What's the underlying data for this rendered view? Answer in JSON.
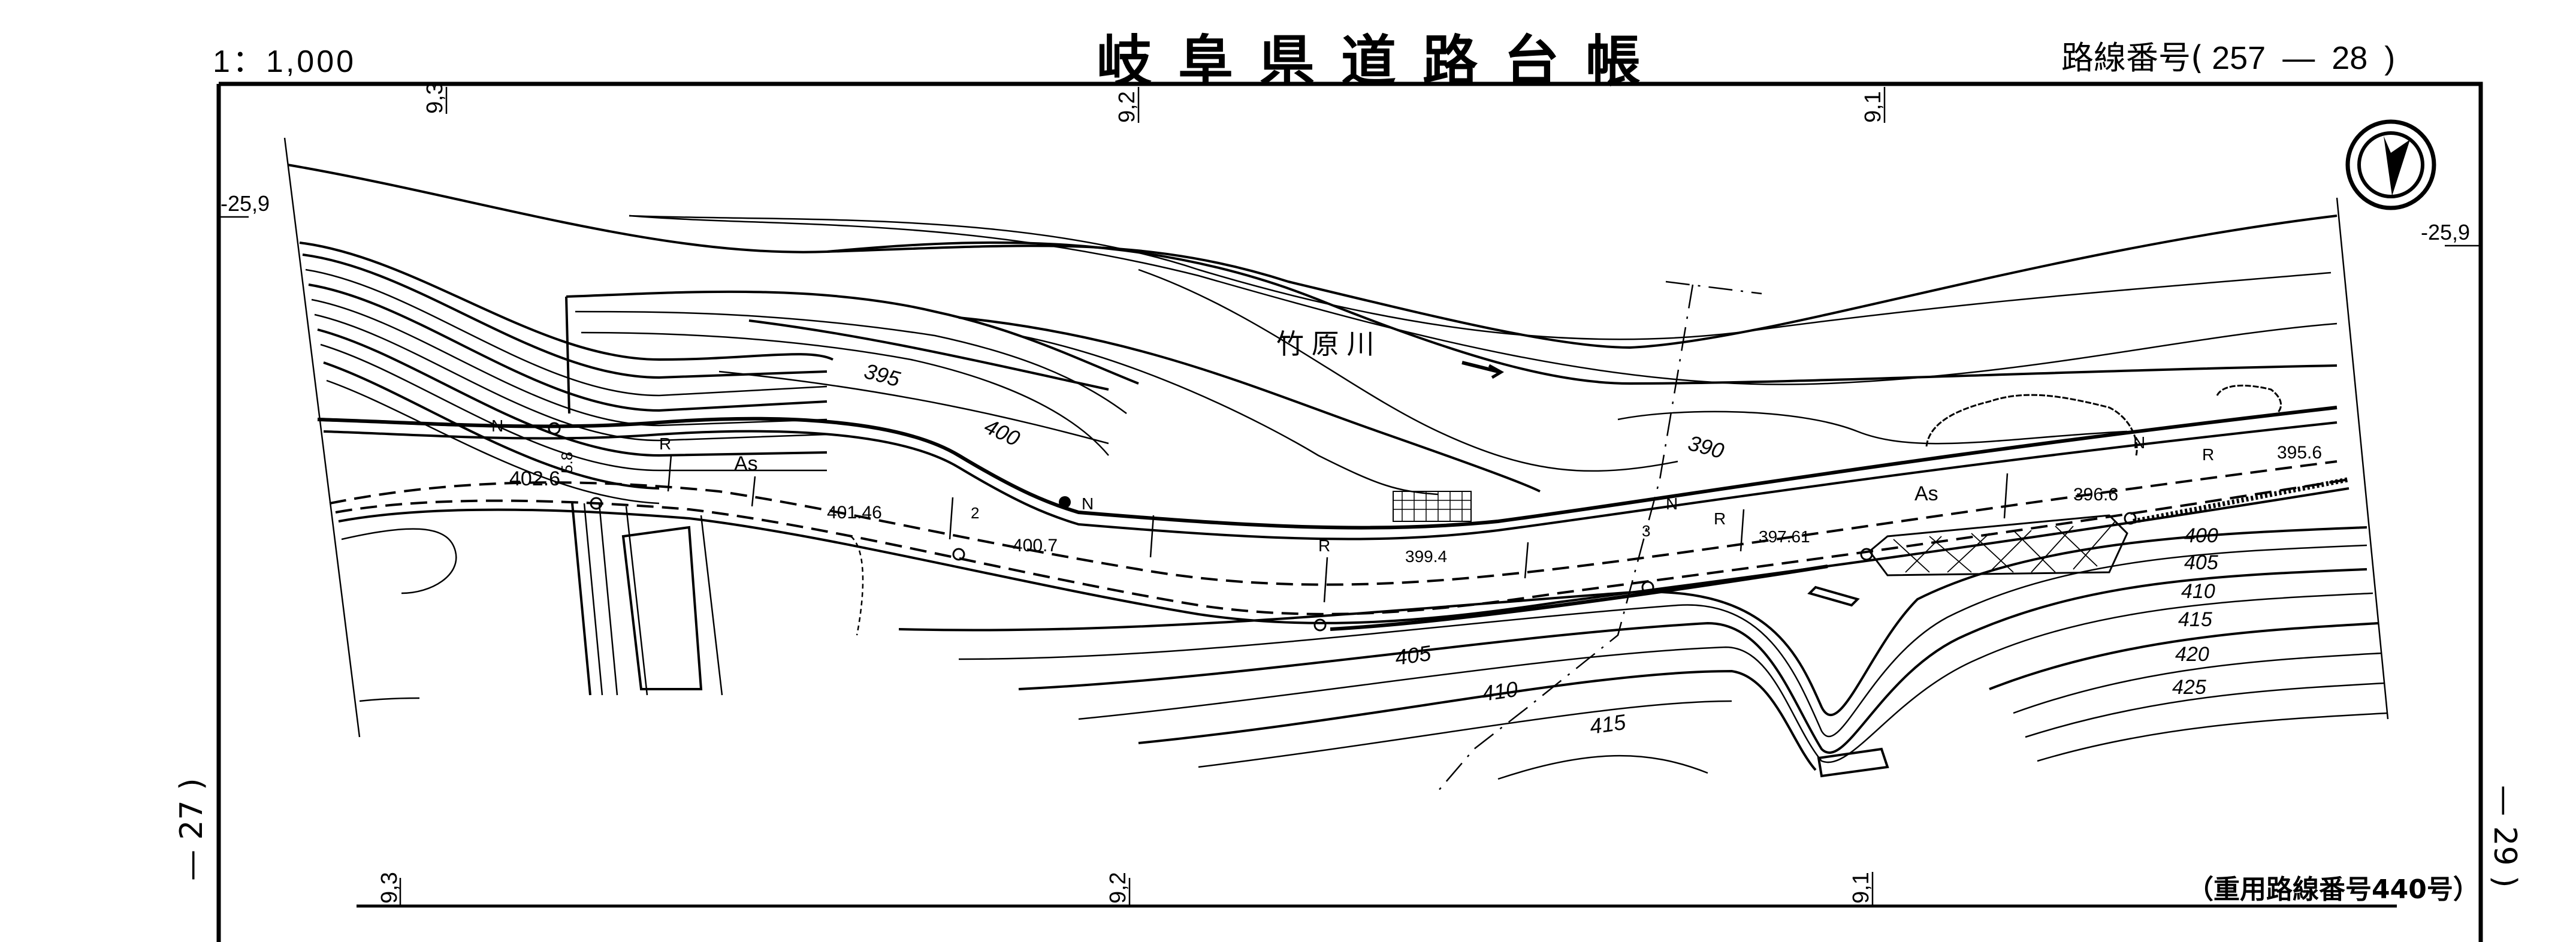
{
  "header": {
    "scale": "1：1,000",
    "title": "岐阜県道路台帳",
    "route_label": "路線番号",
    "route_open": "(",
    "route_number_a": "257",
    "route_dash": "—",
    "route_number_b": "28",
    "route_close": ")"
  },
  "footer": {
    "duplicate_route": "（重用路線番号440号）"
  },
  "page_refs": {
    "left": "— 27 )",
    "right": "— 29 )"
  },
  "grid": {
    "x_ticks_top": [
      "9,3",
      "9,2",
      "9,1"
    ],
    "x_ticks_bottom": [
      "9,3",
      "9,2",
      "9,1"
    ],
    "y_tick_left": "-25,9",
    "y_tick_right": "-25,9"
  },
  "map": {
    "river_name": "竹 原 川",
    "north_arrow": "north-arrow",
    "elevation_points": [
      "402.6",
      "401.46",
      "400.7",
      "399.4",
      "397.61",
      "396.6",
      "395.6"
    ],
    "contour_labels": [
      "395",
      "400",
      "390",
      "405",
      "410",
      "415",
      "400",
      "405",
      "410",
      "415",
      "420",
      "425"
    ],
    "surface_labels": [
      "As",
      "As"
    ],
    "symbol_labels": [
      "N",
      "R",
      "N",
      "R",
      "N",
      "R",
      "R",
      "N"
    ],
    "road_width_label": "5.8",
    "segment_numbers": [
      "2",
      "3"
    ]
  }
}
